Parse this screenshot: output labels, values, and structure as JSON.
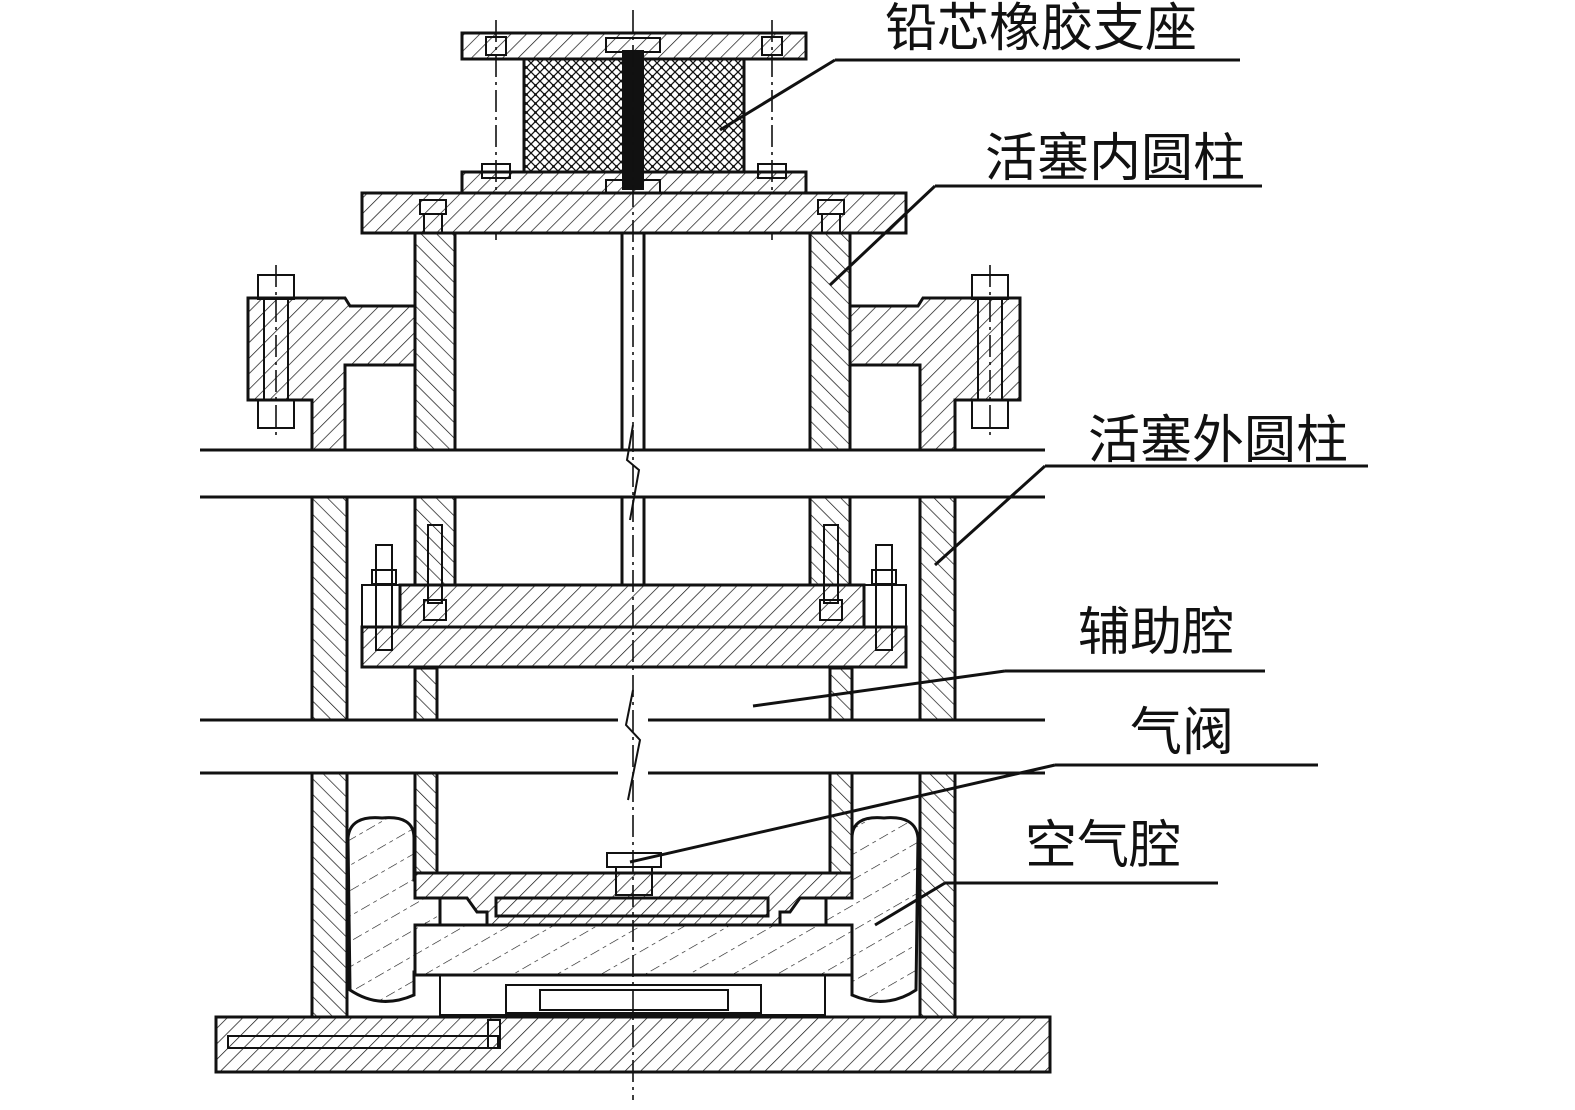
{
  "labels": {
    "lead_rubber_bearing": "铅芯橡胶支座",
    "piston_inner_cylinder": "活塞内圆柱",
    "piston_outer_cylinder": "活塞外圆柱",
    "auxiliary_chamber": "辅助腔",
    "air_valve": "气阀",
    "air_chamber": "空气腔"
  },
  "colors": {
    "line": "#111111",
    "background": "#ffffff"
  }
}
